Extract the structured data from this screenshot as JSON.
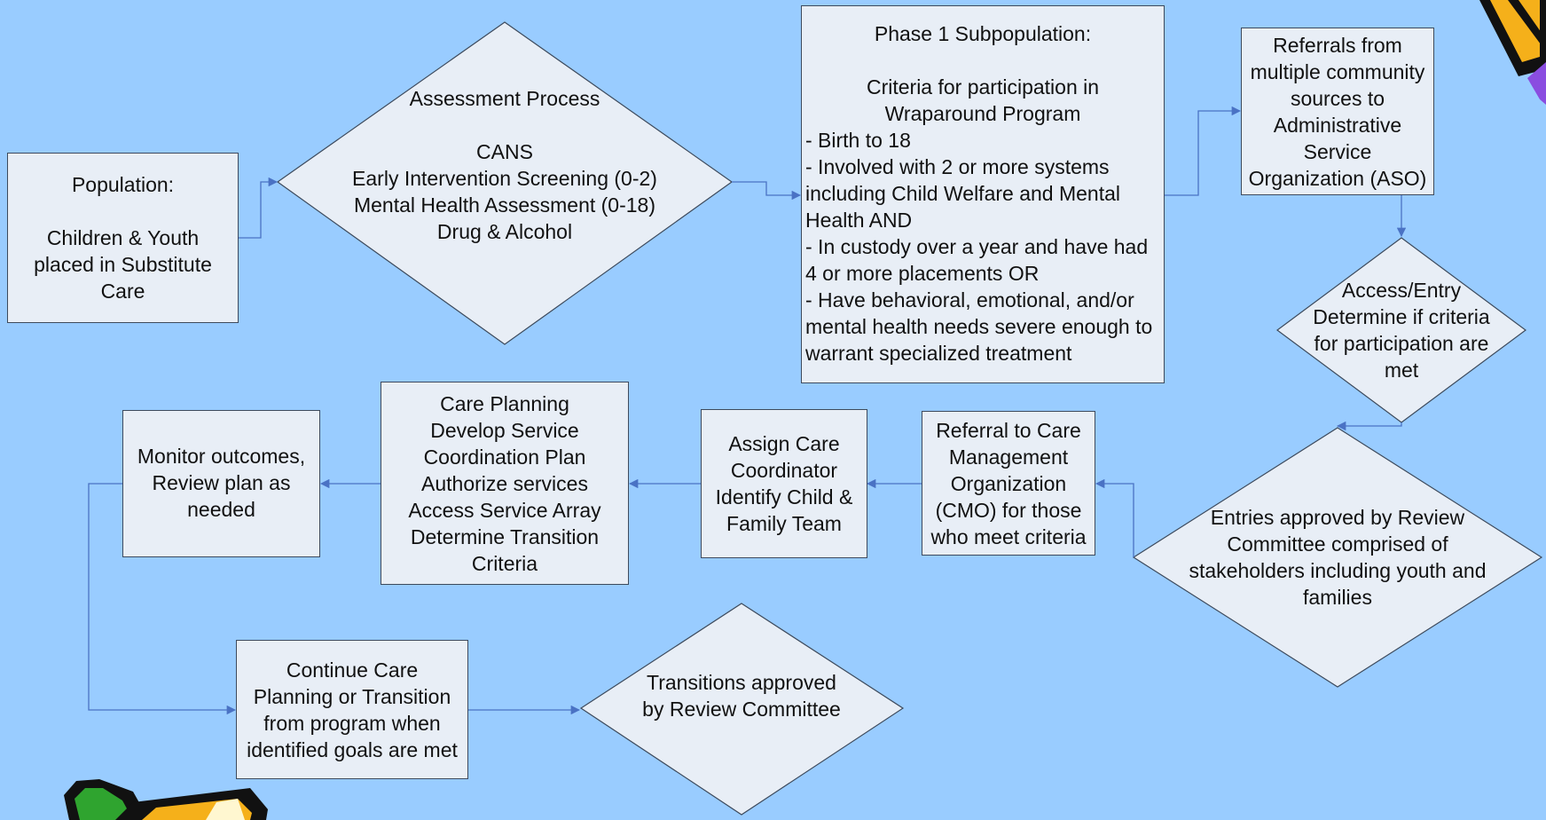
{
  "population": {
    "heading": "Population:",
    "text": "Children & Youth\nplaced in Substitute\nCare"
  },
  "assessment": {
    "heading": "Assessment Process",
    "items": "CANS\nEarly Intervention Screening (0-2)\nMental Health Assessment (0-18)\nDrug & Alcohol"
  },
  "phase1": {
    "title": "Phase 1 Subpopulation:",
    "subtitle": "Criteria for participation in\nWraparound Program",
    "criteria": [
      "- Birth to 18",
      "- Involved with 2 or more systems including Child Welfare and Mental Health AND",
      "- In custody over a year and have had 4 or more placements OR",
      "- Have behavioral, emotional, and/or mental health needs severe enough to warrant specialized treatment"
    ]
  },
  "referrals": {
    "text": "Referrals from\nmultiple community\nsources to\nAdministrative\nService\nOrganization (ASO)"
  },
  "access_entry": {
    "text": "Access/Entry\nDetermine if criteria\nfor participation are\nmet"
  },
  "entries_approved": {
    "text": "Entries approved by Review\nCommittee comprised of\nstakeholders including youth and\nfamilies"
  },
  "referral_cmo": {
    "text": "Referral to Care\nManagement\nOrganization\n(CMO) for those\nwho meet criteria"
  },
  "assign_coordinator": {
    "text": "Assign Care\nCoordinator\nIdentify Child &\nFamily Team"
  },
  "care_planning": {
    "text": "Care Planning\nDevelop Service\nCoordination Plan\nAuthorize services\nAccess Service Array\nDetermine Transition\nCriteria"
  },
  "monitor": {
    "text": "Monitor outcomes,\nReview plan as\nneeded"
  },
  "continue_care": {
    "text": "Continue Care\nPlanning or Transition\nfrom program when\nidentified goals are met"
  },
  "transitions_approved": {
    "text": "Transitions approved\nby Review Committee"
  },
  "colors": {
    "background": "#99ccff",
    "box_fill": "#e8eef6",
    "border": "#3d4a5c",
    "connector": "#4a72c4"
  },
  "decorations": [
    "pencil-clipart-top-right",
    "pencil-clipart-bottom-left"
  ]
}
